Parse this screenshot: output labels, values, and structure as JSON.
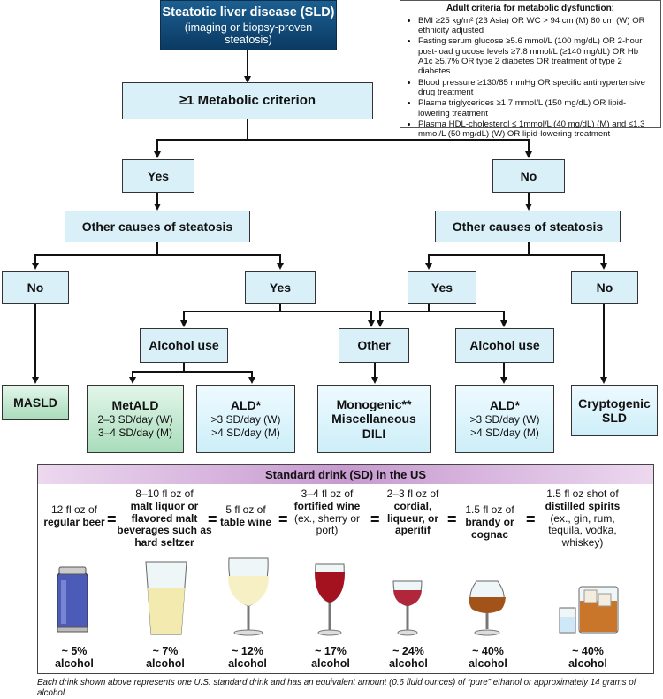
{
  "header": {
    "title": "Steatotic liver disease (SLD)",
    "subtitle": "(imaging or biopsy-proven steatosis)"
  },
  "criteria": {
    "heading": "Adult criteria for metabolic dysfunction:",
    "items": [
      "BMI ≥25 kg/m² (23 Asia) OR WC > 94 cm (M) 80 cm (W) OR ethnicity adjusted",
      "Fasting serum glucose ≥5.6 mmol/L (100 mg/dL) OR 2-hour post-load glucose levels ≥7.8 mmol/L (≥140 mg/dL) OR Hb A1c ≥5.7% OR type 2 diabetes OR treatment of type 2 diabetes",
      "Blood pressure ≥130/85 mmHg OR specific antihypertensive drug treatment",
      "Plasma triglycerides ≥1.7 mmol/L (150 mg/dL) OR lipid-lowering treatment",
      "Plasma HDL-cholesterol ≤ 1mmol/L (40 mg/dL) (M) and ≤1.3 mmol/L (50 mg/dL) (W) OR lipid-lowering treatment"
    ]
  },
  "flow": {
    "metabolic": "≥1 Metabolic criterion",
    "yes": "Yes",
    "no": "No",
    "other_causes": "Other causes of steatosis",
    "alcohol_use": "Alcohol use",
    "other": "Other",
    "masld": "MASLD",
    "metald": {
      "title": "MetALD",
      "l1": "2–3 SD/day (W)",
      "l2": "3–4 SD/day (M)"
    },
    "ald": {
      "title": "ALD*",
      "l1": ">3 SD/day (W)",
      "l2": ">4 SD/day (M)"
    },
    "monogenic": {
      "l1": "Monogenic**",
      "l2": "Miscellaneous",
      "l3": "DILI"
    },
    "cryptogenic": {
      "l1": "Cryptogenic",
      "l2": "SLD"
    }
  },
  "standard_drink": {
    "heading": "Standard drink (SD) in the US",
    "equals": "=",
    "drinks": [
      {
        "pre": "12 fl oz of",
        "bold": "regular beer",
        "post": "",
        "pct": "~ 5%",
        "unit": "alcohol",
        "icon": "beer-can-icon",
        "color": "#4c5bb8"
      },
      {
        "pre": "8–10 fl oz of",
        "bold": "malt liquor or flavored malt beverages such as hard seltzer",
        "post": "",
        "pct": "~ 7%",
        "unit": "alcohol",
        "icon": "malt-glass-icon",
        "color": "#f3eab0"
      },
      {
        "pre": "5 fl oz of",
        "bold": "table wine",
        "post": "",
        "pct": "~ 12%",
        "unit": "alcohol",
        "icon": "white-wine-glass-icon",
        "color": "#f6f0c4"
      },
      {
        "pre": "3–4 fl oz of",
        "bold": "fortified wine",
        "post": "(ex., sherry or port)",
        "pct": "~ 17%",
        "unit": "alcohol",
        "icon": "fortified-wine-glass-icon",
        "color": "#a3121e"
      },
      {
        "pre": "2–3 fl oz of",
        "bold": "cordial, liqueur, or aperitif",
        "post": "",
        "pct": "~ 24%",
        "unit": "alcohol",
        "icon": "cordial-glass-icon",
        "color": "#b0263a"
      },
      {
        "pre": "1.5 fl oz of",
        "bold": "brandy or cognac",
        "post": "",
        "pct": "~ 40%",
        "unit": "alcohol",
        "icon": "brandy-snifter-icon",
        "color": "#a2531a"
      },
      {
        "pre": "1.5 fl oz shot of",
        "bold": "distilled spirits",
        "post": "(ex., gin, rum, tequila, vodka, whiskey)",
        "pct": "~ 40%",
        "unit": "alcohol",
        "icon": "spirits-tumbler-icon",
        "color": "#c9762a"
      }
    ]
  },
  "footnote": "Each drink shown above represents one U.S. standard drink and has an equivalent amount (0.6 fluid ounces) of “pure” ethanol or approximately 14 grams of alcohol."
}
